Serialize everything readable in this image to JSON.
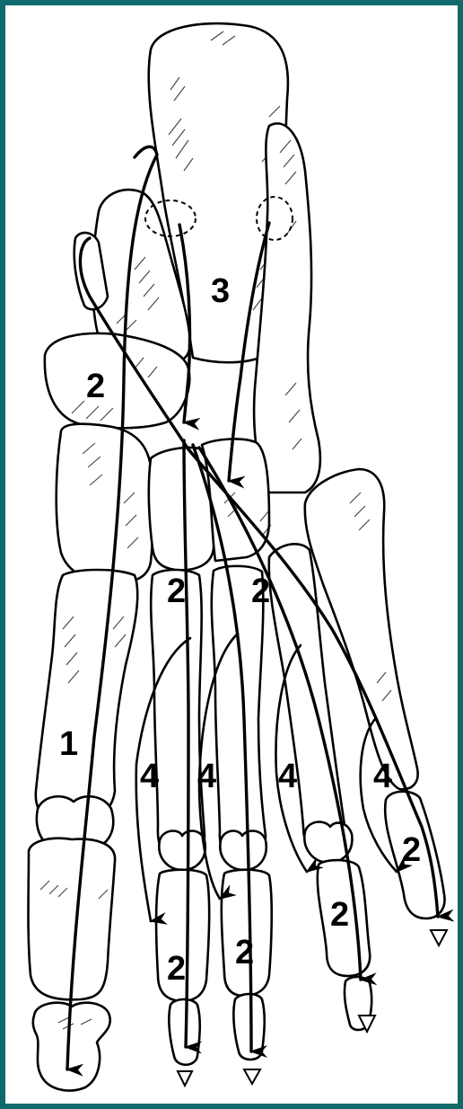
{
  "figure": {
    "border_color": "#0f6b6b",
    "labels": [
      {
        "id": "label-1",
        "text": "1"
      },
      {
        "id": "label-2a",
        "text": "2"
      },
      {
        "id": "label-3",
        "text": "3"
      },
      {
        "id": "label-2b",
        "text": "2"
      },
      {
        "id": "label-2c",
        "text": "2"
      },
      {
        "id": "label-4a",
        "text": "4"
      },
      {
        "id": "label-4b",
        "text": "4"
      },
      {
        "id": "label-4c",
        "text": "4"
      },
      {
        "id": "label-4d",
        "text": "4"
      },
      {
        "id": "label-2d",
        "text": "2"
      },
      {
        "id": "label-2e",
        "text": "2"
      },
      {
        "id": "label-2f",
        "text": "2"
      },
      {
        "id": "label-2g",
        "text": "2"
      }
    ]
  }
}
